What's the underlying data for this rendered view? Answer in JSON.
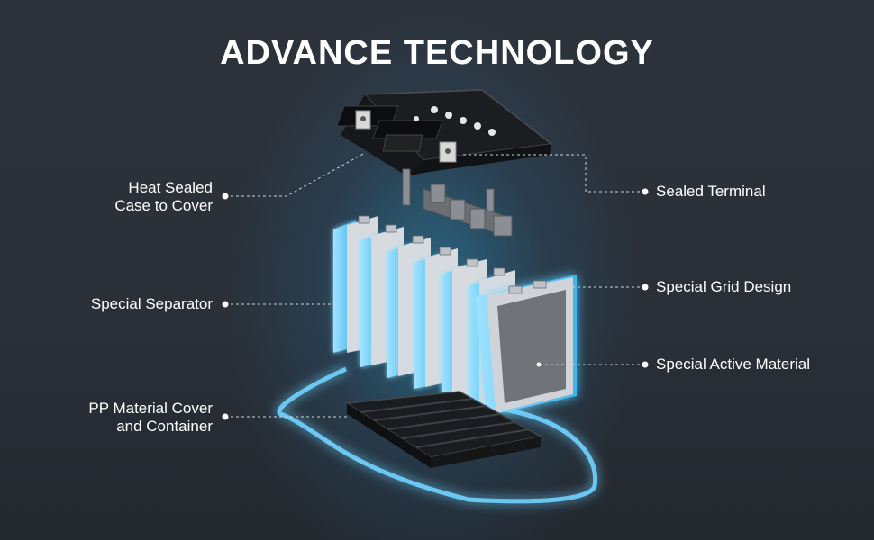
{
  "title": "ADVANCE TECHNOLOGY",
  "labels": {
    "heat_sealed_line1": "Heat Sealed",
    "heat_sealed_line2": "Case to Cover",
    "special_separator": "Special Separator",
    "pp_material_line1": "PP Material Cover",
    "pp_material_line2": "and Container",
    "sealed_terminal": "Sealed Terminal",
    "special_grid_design": "Special Grid Design",
    "special_active_material": "Special Active Material"
  },
  "colors": {
    "accent_glow": "#4fc3f7",
    "text": "#ffffff",
    "background": "#2a2f38"
  }
}
